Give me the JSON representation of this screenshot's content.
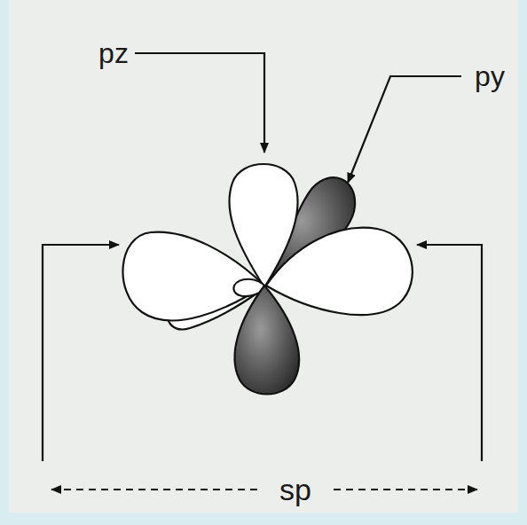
{
  "diagram": {
    "labels": [
      "pz",
      "py",
      "sp"
    ]
  }
}
